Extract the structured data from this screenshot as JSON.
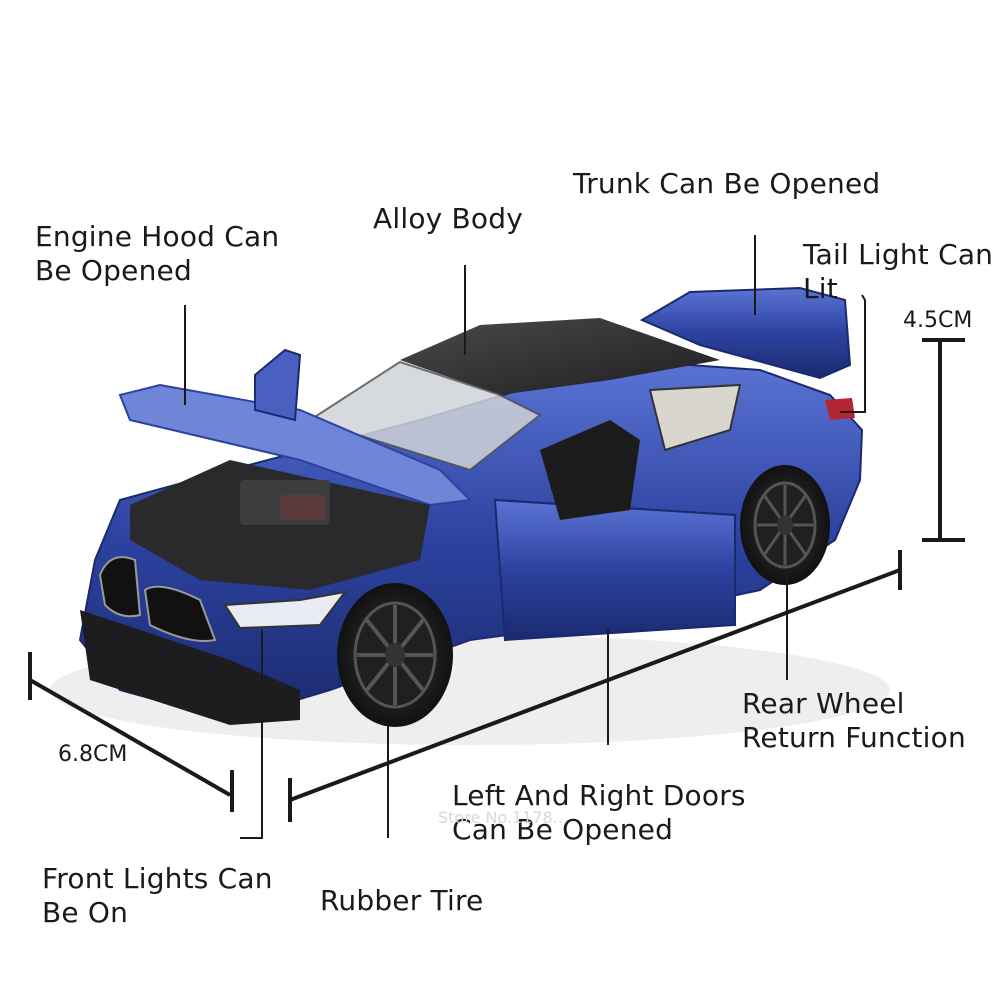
{
  "colors": {
    "body": "#2a3f9a",
    "body_light": "#4a63c9",
    "roof": "#2c2c2e",
    "tire": "#1c1c1c",
    "line": "#1a1a1a"
  },
  "labels": {
    "engine_hood_1": "Engine Hood Can",
    "engine_hood_2": "Be Opened",
    "alloy_body": "Alloy Body",
    "trunk": "Trunk Can Be Opened",
    "tail_light_1": "Tail Light Can",
    "tail_light_2": "Lit",
    "rear_wheel_1": "Rear Wheel",
    "rear_wheel_2": "Return Function",
    "doors_1": "Left And Right Doors",
    "doors_2": "Can Be Opened",
    "front_lights_1": "Front Lights Can",
    "front_lights_2": "Be On",
    "rubber_tire": "Rubber Tire"
  },
  "dimensions": {
    "height": "4.5CM",
    "width": "6.8CM"
  },
  "watermark": "Store No.1178..."
}
